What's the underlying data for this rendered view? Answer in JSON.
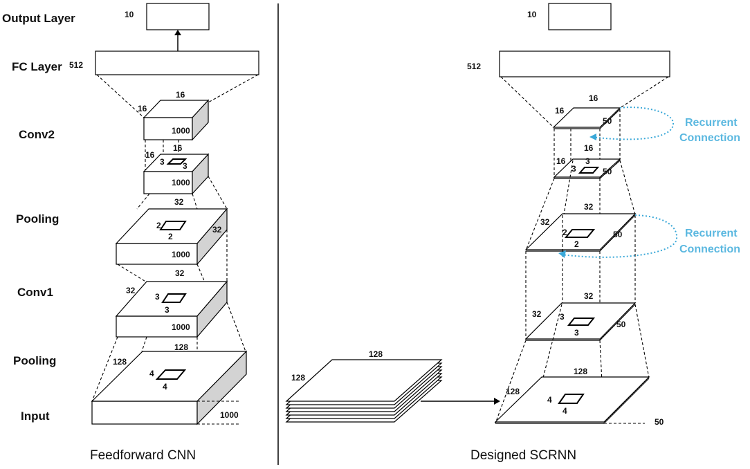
{
  "left": {
    "layer_labels": {
      "output": "Output Layer",
      "fc": "FC Layer",
      "conv2": "Conv2",
      "pool2": "Pooling",
      "conv1": "Conv1",
      "pool1": "Pooling",
      "input": "Input"
    },
    "numbers": {
      "output": "10",
      "fc": "512",
      "conv2_top": "16",
      "conv2_side": "16",
      "conv2_depth": "1000",
      "pool2_top": "16",
      "pool2_side": "16",
      "pool2_k1": "3",
      "pool2_k2": "3",
      "pool2_depth": "1000",
      "conv1_top": "32",
      "conv1_right": "32",
      "conv1_k1": "2",
      "conv1_k2": "2",
      "conv1_depth": "1000",
      "pool1_top": "32",
      "pool1_side": "32",
      "pool1_k1": "3",
      "pool1_k2": "3",
      "pool1_depth": "1000",
      "input_top": "128",
      "input_side": "128",
      "input_k1": "4",
      "input_k2": "4",
      "input_depth": "1000"
    },
    "title": "Feedforward CNN"
  },
  "right": {
    "numbers": {
      "output": "10",
      "fc": "512",
      "c2_top": "16",
      "c2_side": "16",
      "c2_depth": "50",
      "p2_top": "16",
      "p2_side": "16",
      "p2_k1": "3",
      "p2_k2": "3",
      "p2_depth": "50",
      "c1_top": "32",
      "c1_side": "32",
      "c1_k1": "2",
      "c1_k2": "2",
      "c1_depth": "50",
      "p1_top": "32",
      "p1_side": "32",
      "p1_k1": "3",
      "p1_k2": "3",
      "p1_depth": "50",
      "in_top": "128",
      "in_side": "128",
      "in_k1": "4",
      "in_k2": "4",
      "in_depth": "50",
      "stack_top": "128",
      "stack_side": "128"
    },
    "recurrent": {
      "line1": "Recurrent",
      "line2": "Connection"
    },
    "title": "Designed SCRNN"
  }
}
